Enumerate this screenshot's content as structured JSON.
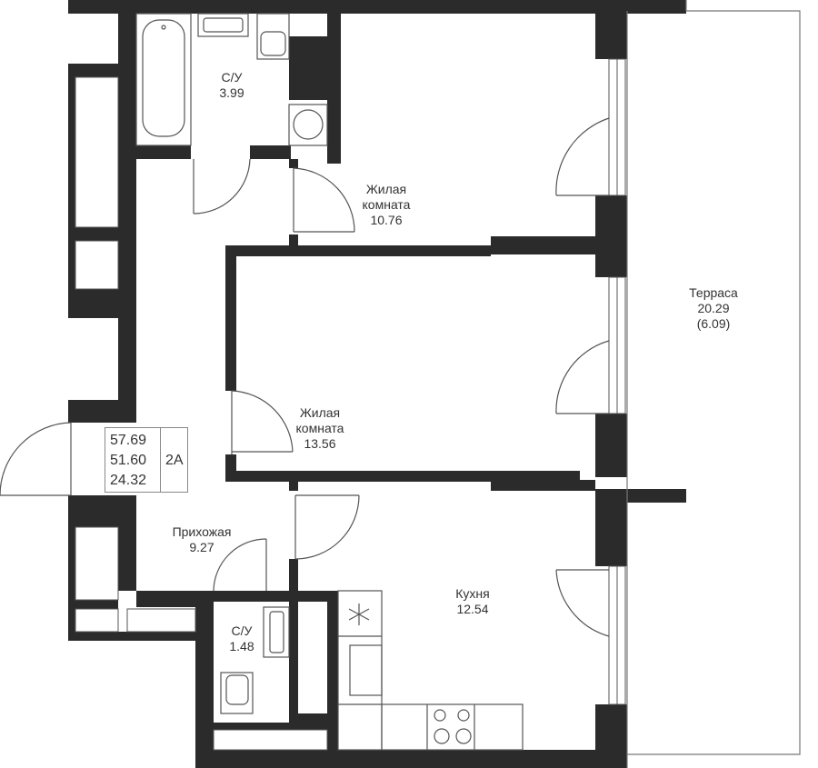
{
  "rooms": {
    "bath_top": {
      "name": "С/У",
      "area": "3.99"
    },
    "living_small": {
      "name_line1": "Жилая",
      "name_line2": "комната",
      "area": "10.76"
    },
    "living_large": {
      "name_line1": "Жилая",
      "name_line2": "комната",
      "area": "13.56"
    },
    "terrace": {
      "name": "Терраса",
      "area": "20.29",
      "reduced_area": "(6.09)"
    },
    "hallway": {
      "name": "Прихожая",
      "area": "9.27"
    },
    "bath_small": {
      "name": "С/У",
      "area": "1.48"
    },
    "kitchen": {
      "name": "Кухня",
      "area": "12.54"
    }
  },
  "summary": {
    "total_area": "57.69",
    "total_area_no_terrace": "51.60",
    "living_area": "24.32",
    "apartment_type": "2A"
  },
  "colors": {
    "wall": "#2b2b2b",
    "fixture_line": "#555555",
    "background": "#ffffff"
  }
}
